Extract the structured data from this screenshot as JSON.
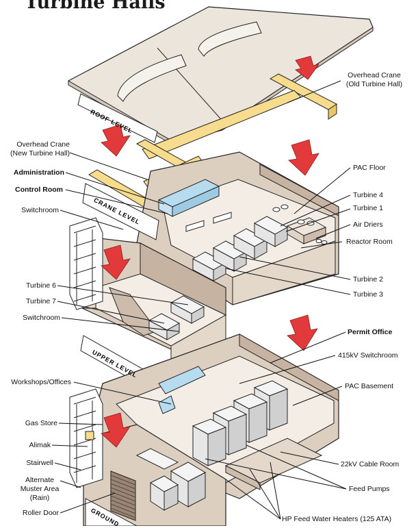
{
  "title": "Turbine Halls",
  "levels": {
    "roof": "ROOF LEVEL",
    "crane": "CRANE LEVEL",
    "upper": "UPPER LEVEL",
    "ground": "GROUND"
  },
  "labels_left": {
    "crane_new": "Overhead Crane\n(New Turbine Hall)",
    "administration": "Administration",
    "control_room": "Control Room",
    "switchroom_1": "Switchroom",
    "turbine_6": "Turbine 6",
    "turbine_7": "Turbine 7",
    "switchroom_2": "Switchroom",
    "workshops": "Workshops/Offices",
    "gas_store": "Gas Store",
    "alimak": "Alimak",
    "stairwell": "Stairwell",
    "muster": "Alternate\nMuster Area\n(Rain)",
    "roller_door": "Roller Door"
  },
  "labels_right": {
    "crane_old": "Overhead Crane\n(Old Turbine Hall)",
    "pac_floor": "PAC Floor",
    "turbine_4": "Turbine 4",
    "turbine_1": "Turbine 1",
    "air_driers": "Air Driers",
    "reactor_room": "Reactor Room",
    "turbine_2": "Turbine 2",
    "turbine_3": "Turbine 3",
    "permit_office": "Permit Office",
    "switchroom_415": "415kV Switchroom",
    "pac_basement": "PAC Basement",
    "cable_room": "22kV Cable Room",
    "feed_pumps": "Feed Pumps",
    "hp_heaters": "HP Feed Water Heaters (125 ATA)"
  },
  "colors": {
    "roof": "#ebe5dc",
    "wall": "#dccfc0",
    "wall_dark": "#c7b3a2",
    "floor": "#f3ede6",
    "crane": "#f6dc8c",
    "admin_blue": "#b7dcf0",
    "arrow": "#e23a3a",
    "machine": "#f4f4f4"
  },
  "icons": [
    "down-arrow-icon"
  ]
}
